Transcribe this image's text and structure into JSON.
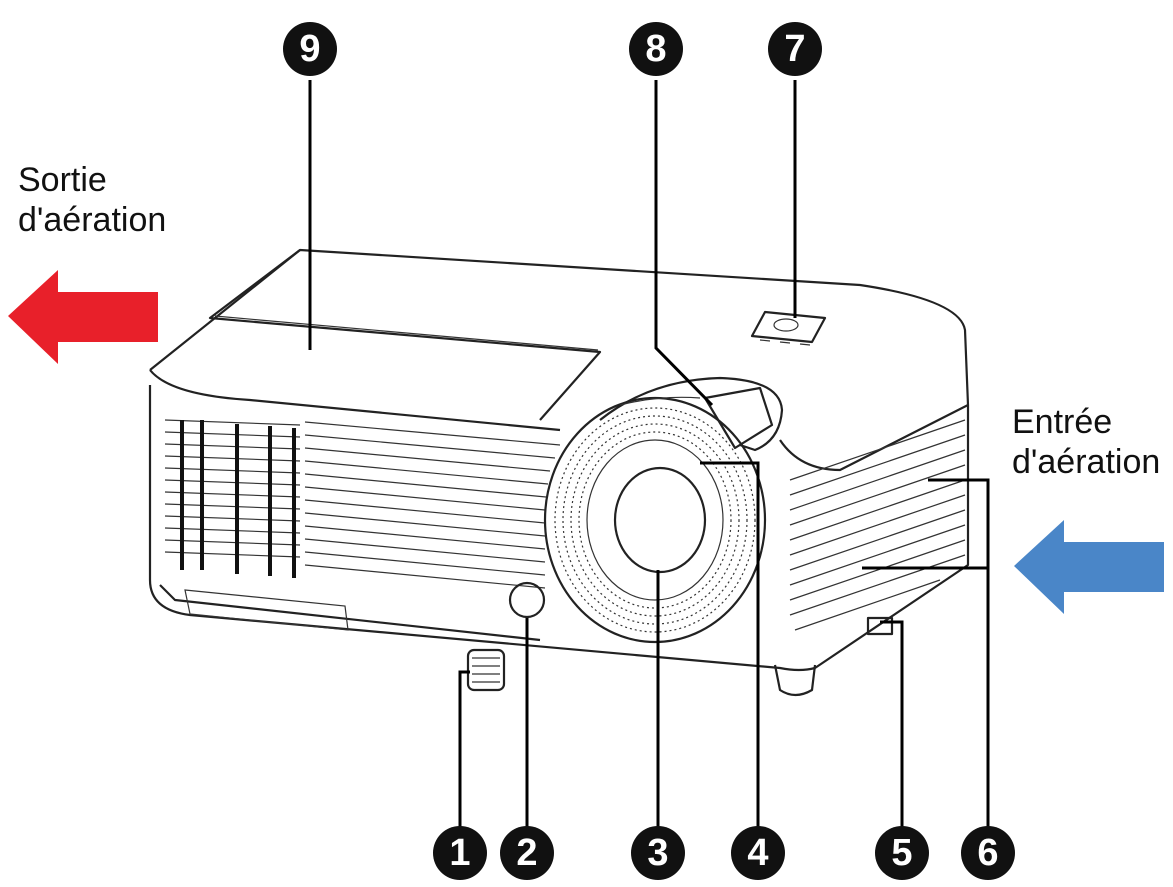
{
  "labels": {
    "exhaust": [
      "Sortie",
      "d'aération"
    ],
    "intake": [
      "Entrée",
      "d'aération"
    ]
  },
  "callouts": [
    "1",
    "2",
    "3",
    "4",
    "5",
    "6",
    "7",
    "8",
    "9"
  ],
  "colors": {
    "exhaust_arrow": "#e8202a",
    "intake_arrow": "#4a86c8"
  }
}
